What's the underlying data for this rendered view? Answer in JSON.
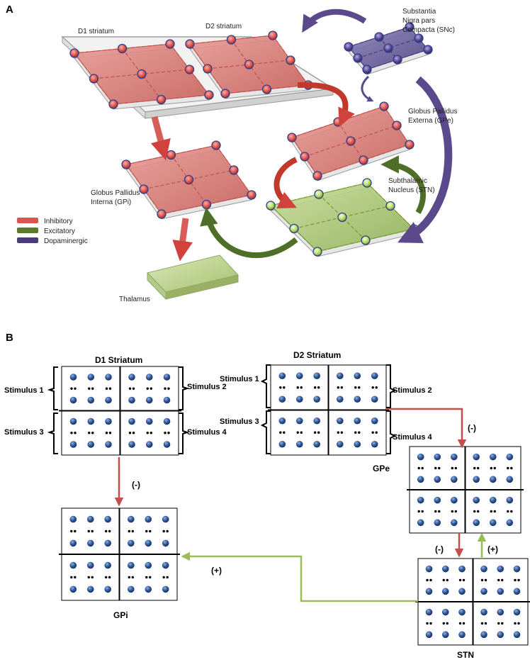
{
  "panel_a": {
    "label": "A",
    "d1_title": "D1 striatum",
    "d2_title": "D2 striatum",
    "snc_line1": "Substantia",
    "snc_line2": "Nigra pars",
    "snc_line3": "Compacta (SNc)",
    "gpe_line1": "Globus Pallidus",
    "gpe_line2": "Externa (GPe)",
    "stn_line1": "Subthalamic",
    "stn_line2": "Nucleus (STN)",
    "gpi_line1": "Globus Pallidus",
    "gpi_line2": "Interna (GPi)",
    "thalamus": "Thalamus",
    "legend": [
      {
        "label": "Inhibitory",
        "color": "#d9534f"
      },
      {
        "label": "Excitatory",
        "color": "#5b7a2e"
      },
      {
        "label": "Dopaminergic",
        "color": "#4b3b7a"
      }
    ]
  },
  "panel_b": {
    "label": "B",
    "d1_title": "D1 Striatum",
    "d2_title": "D2 Striatum",
    "stim1": "Stimulus 1",
    "stim2": "Stimulus 2",
    "stim3": "Stimulus 3",
    "stim4": "Stimulus 4",
    "gpe": "GPe",
    "gpi": "GPi",
    "stn": "STN",
    "inhib": "(-)",
    "excit": "(+)"
  },
  "colors": {
    "inhibitory": "#c0504d",
    "excitatory": "#9bbb59",
    "dopaminergic": "#5b4a8b",
    "node": "#2e5597"
  }
}
